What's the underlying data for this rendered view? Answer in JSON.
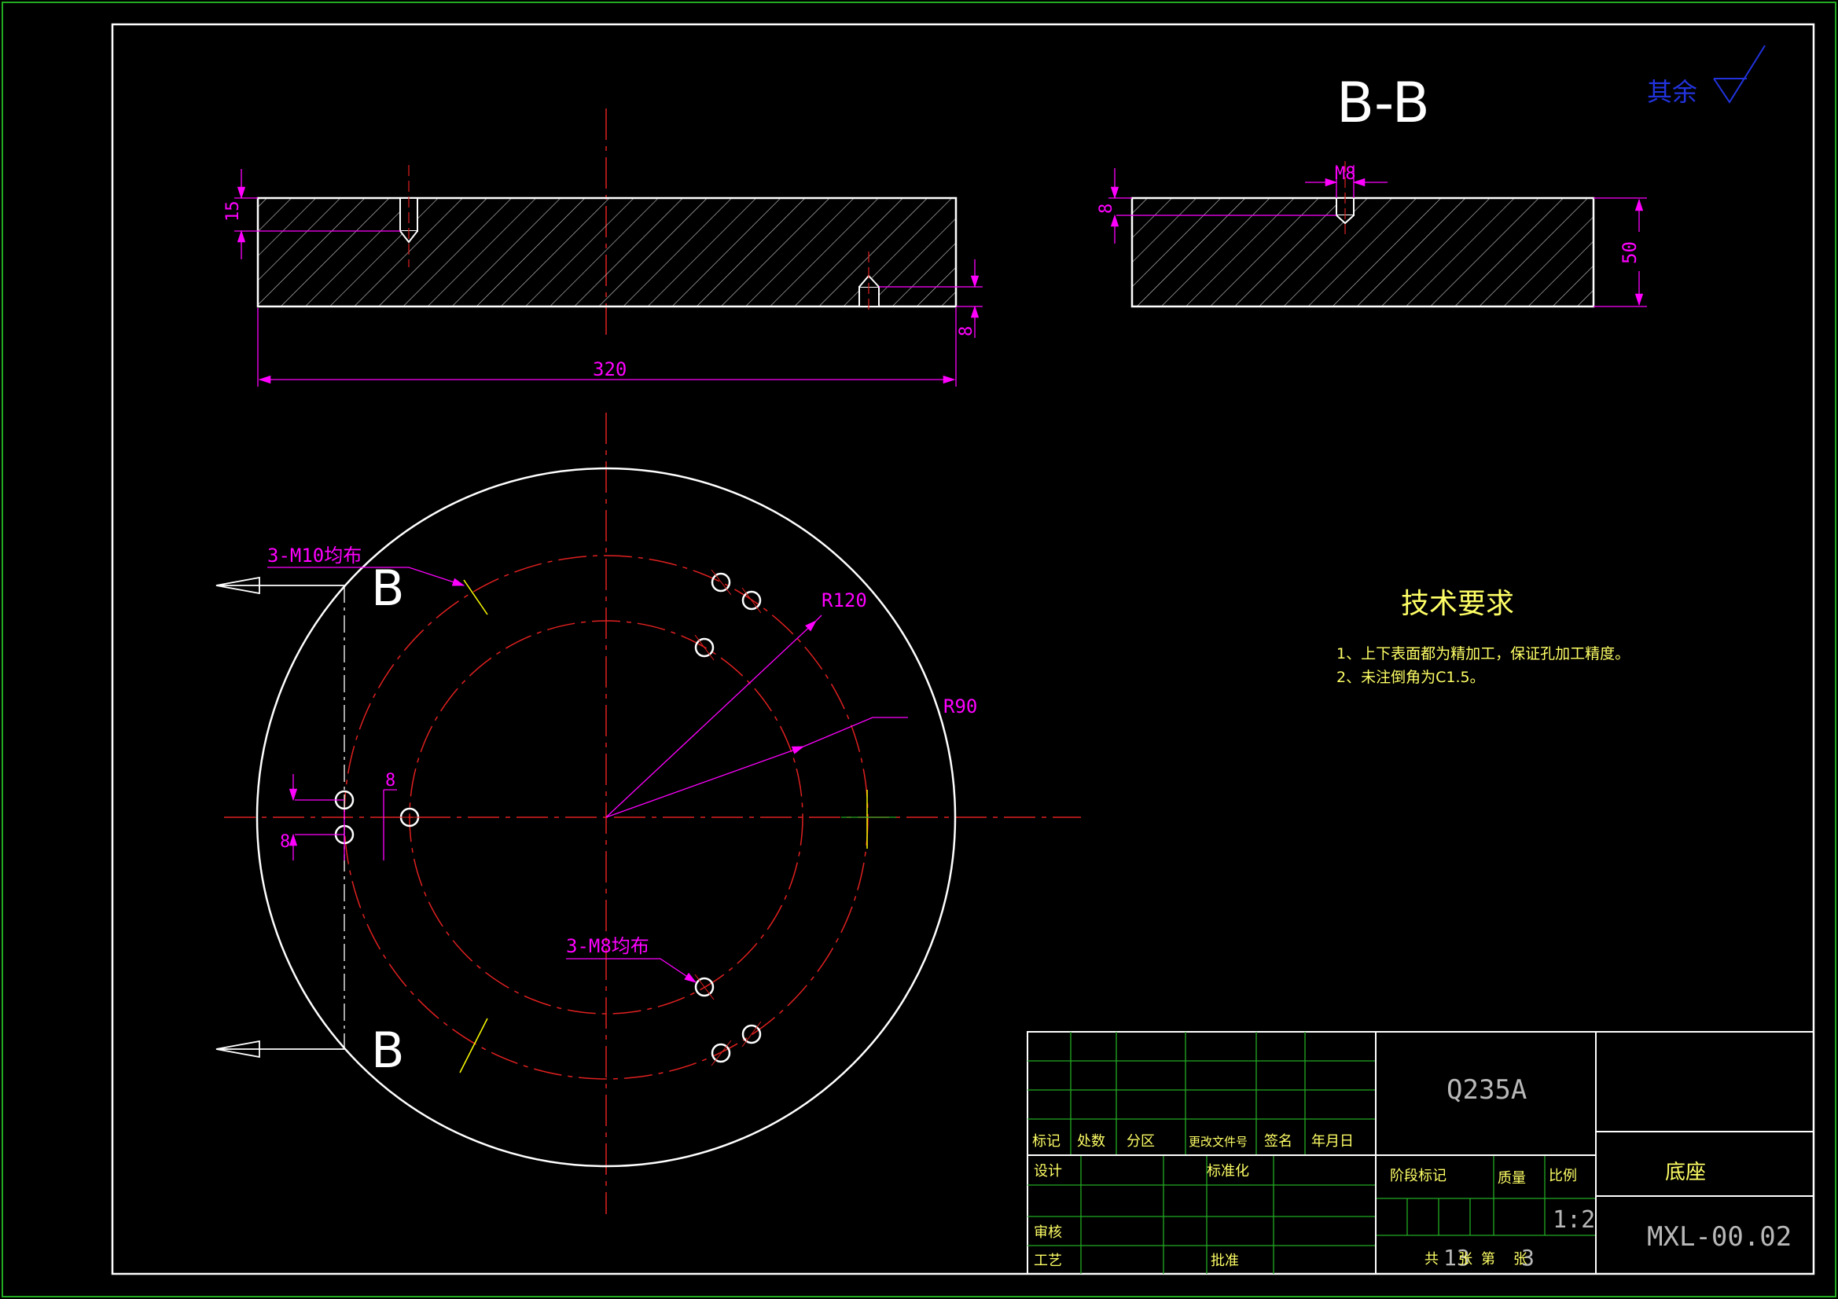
{
  "section_view": {
    "title": "B-B",
    "dim_thread": "M8",
    "dim_depth": "8",
    "dim_height": "50"
  },
  "front_view": {
    "dim_top_depth": "15",
    "dim_length": "320",
    "dim_bottom_depth": "8"
  },
  "plan_view": {
    "cut_label_top": "B",
    "cut_label_bottom": "B",
    "callout_m10": "3-M10均布",
    "callout_m8": "3-M8均布",
    "radius_outer": "R120",
    "radius_inner": "R90",
    "dim_offset_x": "8",
    "dim_offset_y": "8"
  },
  "surface_finish": {
    "label": "其余"
  },
  "tech_requirements": {
    "title": "技术要求",
    "items": [
      "1、上下表面都为精加工，保证孔加工精度。",
      "2、未注倒角为C1.5。"
    ]
  },
  "title_block": {
    "material": "Q235A",
    "part_name": "底座",
    "drawing_no": "MXL-00.02",
    "scale": "1:2",
    "sheet_total_label": "共",
    "sheet_total": "13",
    "sheet_unit": "张",
    "sheet_current_label": "第",
    "sheet_current": "3",
    "sheet_unit2": "张",
    "headers": {
      "mark": "标记",
      "count": "处数",
      "zone": "分区",
      "change_doc": "更改文件号",
      "sign": "签名",
      "date": "年月日",
      "design": "设计",
      "standardize": "标准化",
      "review": "审核",
      "process": "工艺",
      "approve": "批准",
      "stage_mark": "阶段标记",
      "weight": "质量",
      "ratio": "比例"
    }
  },
  "colors": {
    "outline": "#ffffff",
    "hatch": "#d8d8d8",
    "center_line": "#e02020",
    "dimension": "#ff00ff",
    "text_yellow": "#ffff66",
    "table_line": "#22aa22",
    "finish_blue": "#2233dd",
    "cut_mark": "#ffff00"
  }
}
